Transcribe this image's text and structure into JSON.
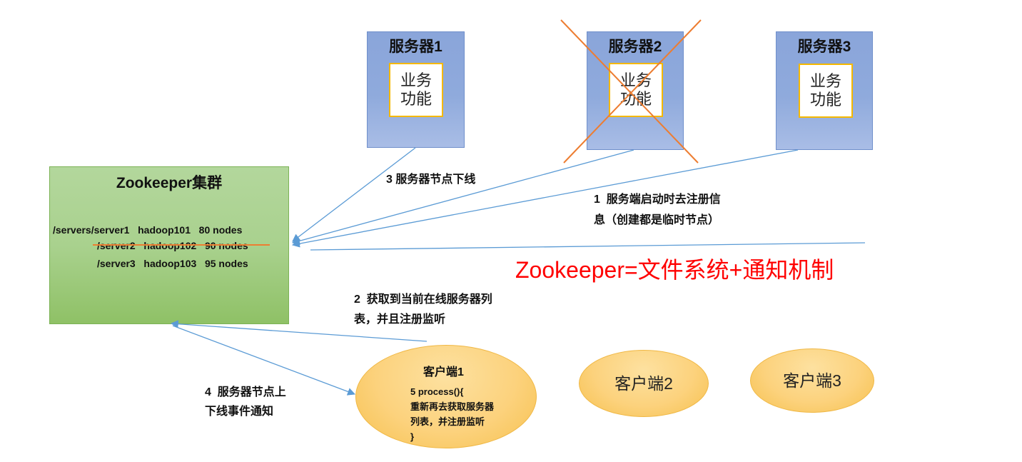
{
  "servers": [
    {
      "title": "服务器1",
      "function": [
        "业务",
        "功能"
      ]
    },
    {
      "title": "服务器2",
      "function": [
        "业务",
        "功能"
      ]
    },
    {
      "title": "服务器3",
      "function": [
        "业务",
        "功能"
      ]
    }
  ],
  "cluster": {
    "title": "Zookeeper集群",
    "rows": [
      "/servers/server1   hadoop101   80 nodes",
      "/server2   hadoop102   90 nodes",
      "/server3   hadoop103   95 nodes"
    ]
  },
  "steps": {
    "register": [
      "1  服务端启动时去注册信",
      "息（创建都是临时节点）"
    ],
    "fetch": [
      "2  获取到当前在线服务器列",
      "表，并且注册监听"
    ],
    "offline": [
      "3 服务器节点下线"
    ],
    "notify": [
      "4  服务器节点上",
      "下线事件通知"
    ]
  },
  "headline": "Zookeeper=文件系统+通知机制",
  "clients": [
    {
      "title": "客户端1",
      "body": [
        "5 process(){",
        "重新再去获取服务器",
        "列表，并注册监听",
        "}"
      ]
    },
    {
      "title": "客户端2"
    },
    {
      "title": "客户端3"
    }
  ],
  "colors": {
    "server_fill": "#8faadc",
    "cluster_fill": "#a9d18e",
    "client_fill": "#fcd27d",
    "arrow": "#5b9bd5",
    "cross": "#ed7d31",
    "headline": "#ff0000",
    "function_border": "#f5b800"
  }
}
